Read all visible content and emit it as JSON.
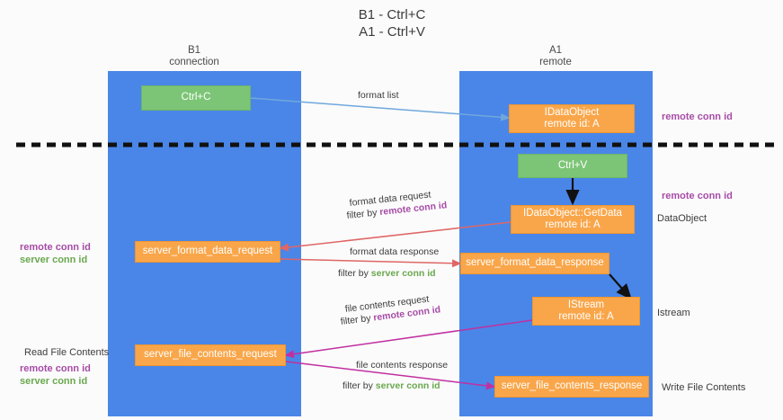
{
  "title": {
    "line1": "B1 - Ctrl+C",
    "line2": "A1 - Ctrl+V"
  },
  "columns": [
    {
      "name": "B1",
      "role": "connection"
    },
    {
      "name": "A1",
      "role": "remote"
    }
  ],
  "colors": {
    "lane": "#4a86e8",
    "orange": "#f9a64a",
    "green": "#7cc576",
    "purple": "#a64ca6",
    "green_text": "#6aa84f",
    "arrow_blue": "#6fa8dc",
    "arrow_red": "#e06666",
    "arrow_magenta": "#c030a0",
    "arrow_black": "#111111",
    "divider": "#111111"
  },
  "boxes": {
    "ctrl_c": {
      "label": "Ctrl+C",
      "kind": "green"
    },
    "idataobject": {
      "line1": "IDataObject",
      "line2": "remote id: A",
      "kind": "orange"
    },
    "ctrl_v": {
      "label": "Ctrl+V",
      "kind": "green"
    },
    "getdata": {
      "line1": "IDataObject::GetData",
      "line2": "remote id: A",
      "kind": "orange"
    },
    "server_format_data_request": {
      "label": "server_format_data_request",
      "kind": "orange"
    },
    "server_format_data_response": {
      "label": "server_format_data_response",
      "kind": "orange"
    },
    "istream": {
      "line1": "IStream",
      "line2": "remote id: A",
      "kind": "orange"
    },
    "server_file_contents_request": {
      "label": "server_file_contents_request",
      "kind": "orange"
    },
    "server_file_contents_response": {
      "label": "server_file_contents_response",
      "kind": "orange"
    }
  },
  "edge_labels": {
    "format_list": "format list",
    "format_data_request": "format data request",
    "format_data_request_filter_prefix": "filter by ",
    "format_data_request_filter_key": "remote conn id",
    "format_data_response": "format data response",
    "format_data_response_filter_prefix": "filter by ",
    "format_data_response_filter_key": "server conn id",
    "file_contents_request": "file contents request",
    "file_contents_request_filter_prefix": "filter by ",
    "file_contents_request_filter_key": "remote conn id",
    "file_contents_response": "file contents response",
    "file_contents_response_filter_prefix": "filter by ",
    "file_contents_response_filter_key": "server conn id"
  },
  "annotations": {
    "right_remote_conn_id_top": "remote conn id",
    "right_remote_conn_id_mid": "remote conn id",
    "right_dataobject": "DataObject",
    "right_istream": "Istream",
    "right_write_file_contents": "Write File Contents",
    "left_remote_conn_id": "remote conn id",
    "left_server_conn_id": "server conn id",
    "left_read_file_contents": "Read File Contents",
    "left_remote_conn_id_2": "remote conn id",
    "left_server_conn_id_2": "server conn id"
  }
}
